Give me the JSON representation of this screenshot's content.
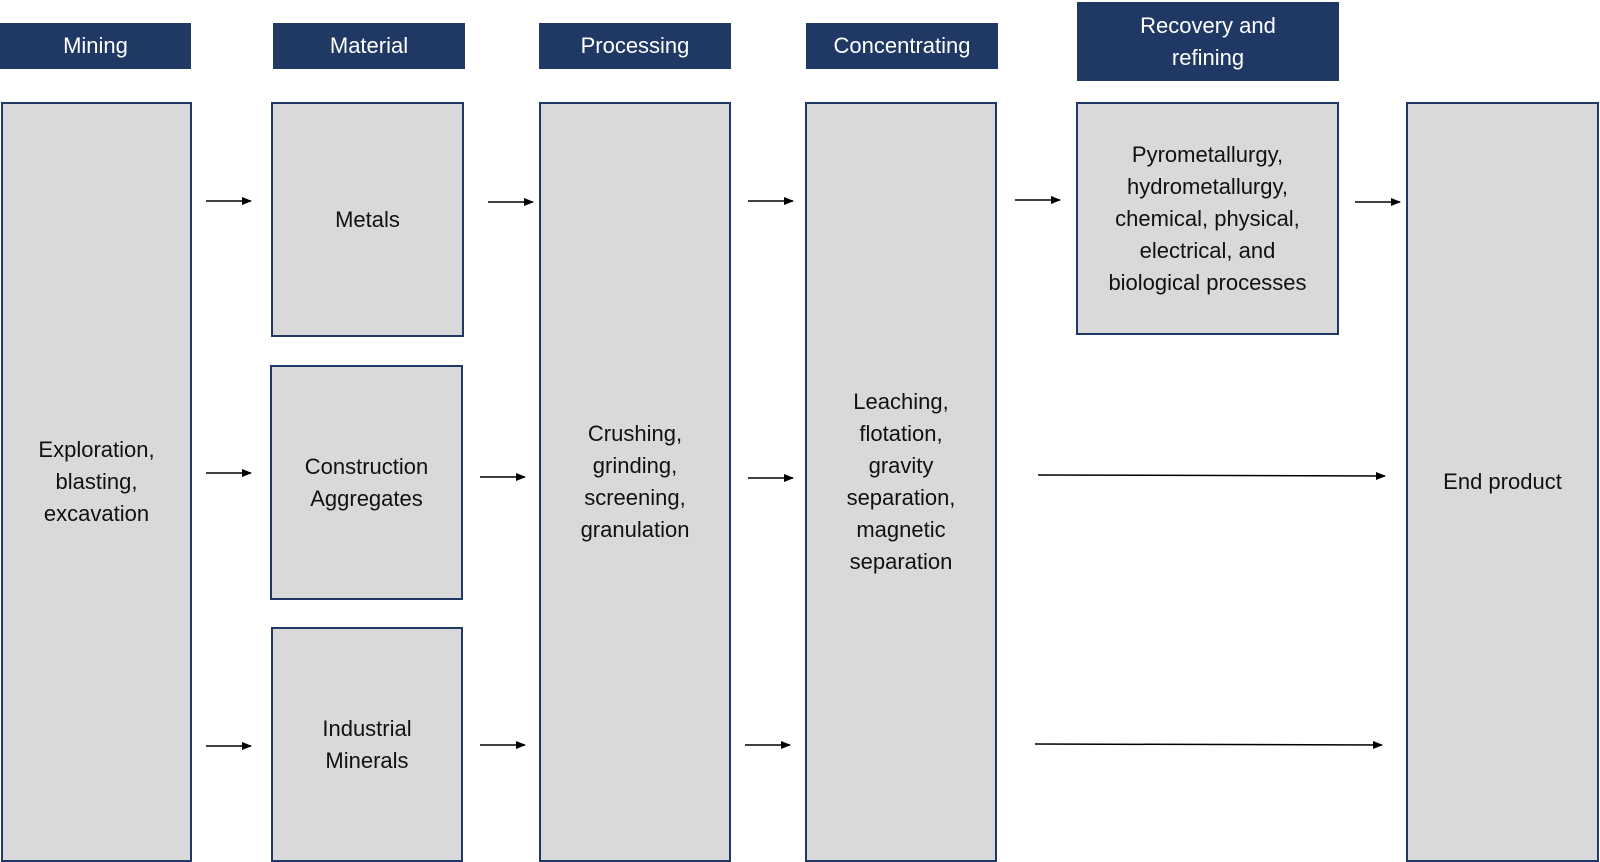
{
  "headers": {
    "mining": "Mining",
    "material": "Material",
    "processing": "Processing",
    "concentrating": "Concentrating",
    "recovery": "Recovery and\nrefining"
  },
  "boxes": {
    "mining": "Exploration,\nblasting,\nexcavation",
    "metals": "Metals",
    "construction_aggregates": "Construction\nAggregates",
    "industrial_minerals": "Industrial\nMinerals",
    "processing": "Crushing,\ngrinding,\nscreening,\ngranulation",
    "concentrating": "Leaching,\nflotation,\ngravity\nseparation,\nmagnetic\nseparation",
    "recovery": "Pyrometallurgy,\nhydrometallurgy,\nchemical, physical,\nelectrical, and\nbiological processes",
    "end_product": "End product"
  },
  "colors": {
    "header_bg": "#1f3864",
    "box_fill": "#d9d9d9",
    "box_border": "#1f3864",
    "arrow": "#000000"
  }
}
